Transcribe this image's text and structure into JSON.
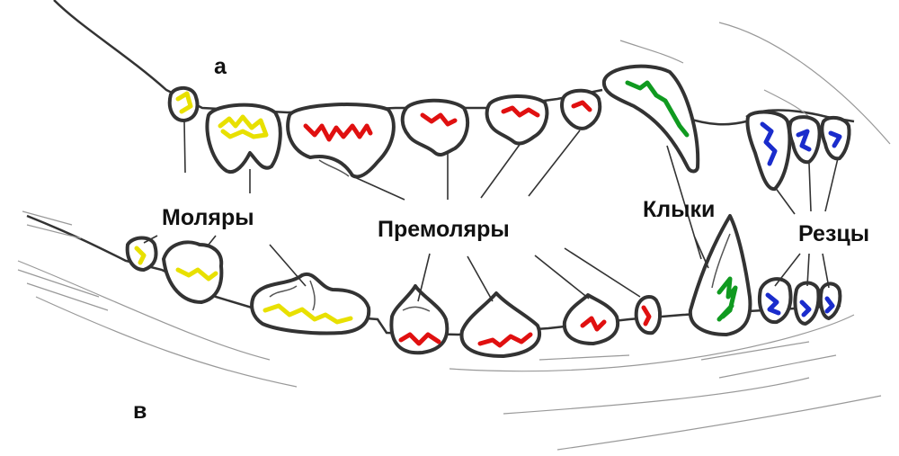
{
  "labels": {
    "upper_jaw": "а",
    "lower_jaw": "в",
    "molars": "Моляры",
    "premolars": "Премоляры",
    "canines": "Клыки",
    "incisors": "Резцы"
  },
  "colors": {
    "molars": "#e8e000",
    "premolars": "#e01010",
    "canines": "#109a20",
    "incisors": "#1a2ccc"
  }
}
